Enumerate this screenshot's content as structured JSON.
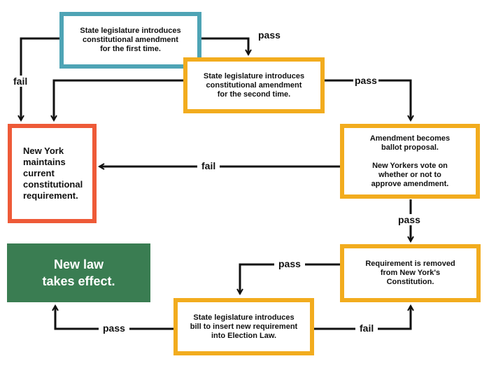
{
  "boxes": {
    "first": "State legislature introduces\nconstitutional amendment\nfor the first time.",
    "second": "State legislature introduces\nconstitutional amendment\nfor the second time.",
    "ballot_1": "Amendment becomes\nballot proposal.",
    "ballot_2": "New Yorkers vote on\nwhether or not to\napprove amendment.",
    "maintain": "New York\nmaintains\ncurrent\nconstitutional\nrequirement.",
    "removed": "Requirement is removed\nfrom New York's\nConstitution.",
    "bill": "State legislature introduces\nbill to insert new requirement\ninto Election Law.",
    "newlaw": "New law\ntakes effect."
  },
  "labels": {
    "pass_1": "pass",
    "fail_1": "fail",
    "pass_2": "pass",
    "fail_2": "fail",
    "pass_3": "pass",
    "pass_4": "pass",
    "pass_5": "pass",
    "fail_3": "fail"
  },
  "colors": {
    "teal": "#4ea4b5",
    "yellow": "#f2ac1e",
    "red": "#ee5a38",
    "green": "#3a7d52"
  }
}
